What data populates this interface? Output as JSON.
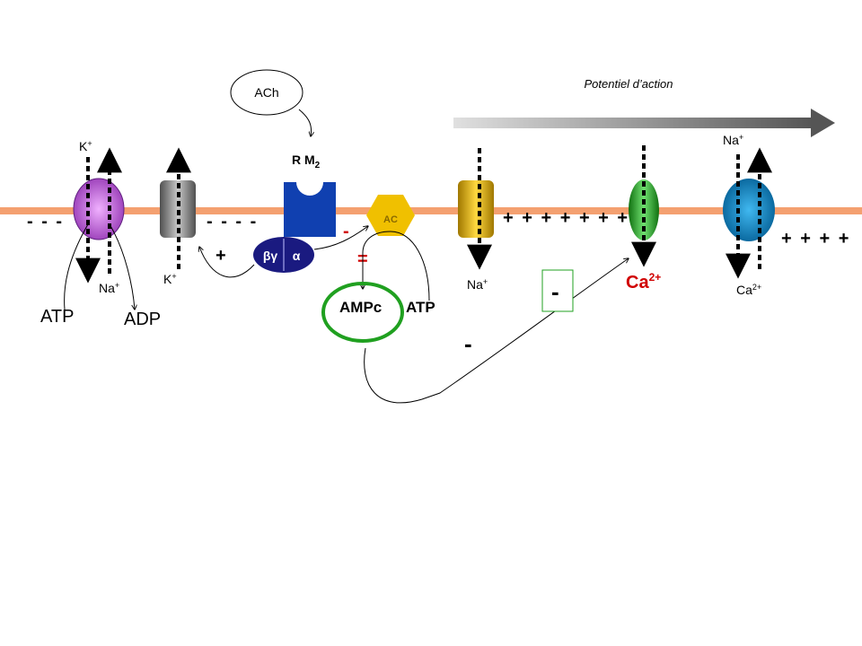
{
  "labels": {
    "potentiel": "Potentiel d’action",
    "ach": "ACh",
    "rm2_main": "R M",
    "rm2_sub": "2",
    "ac": "AC",
    "bg": "βγ",
    "alpha": "α",
    "ampc": "AMPc",
    "atp_mid": "ATP",
    "atp_left": "ATP",
    "adp": "ADP",
    "k_top": "K",
    "k_top_sup": "+",
    "k_mid": "K",
    "k_mid_sup": "+",
    "na_left": "Na",
    "na_left_sup": "+",
    "na_mid": "Na",
    "na_mid_sup": "+",
    "na_right": "Na",
    "na_right_sup": "+",
    "ca_red": "Ca",
    "ca_red_sup": "2+",
    "ca_right": "Ca",
    "ca_right_sup": "2+",
    "plus_sign": "+",
    "minus_sign": "-",
    "minus_box": "-",
    "minus_low": "-",
    "equal_sign": "=",
    "charge_left": "- - -",
    "charge_midleft": "- - - -",
    "charge_mid": "+ + +  + + + +",
    "charge_right": "+ + + +"
  },
  "colors": {
    "membrane": "#f4a070",
    "pump": "#b050d0",
    "k_channel": "#808080",
    "receptor": "#1040b0",
    "g_protein": "#1a1a80",
    "ac": "#f0c000",
    "na_channel": "#d4a800",
    "ca_channel": "#20a020",
    "exchanger": "#0080c0",
    "ampc_ring": "#20a020",
    "ca_text": "#d00000"
  }
}
